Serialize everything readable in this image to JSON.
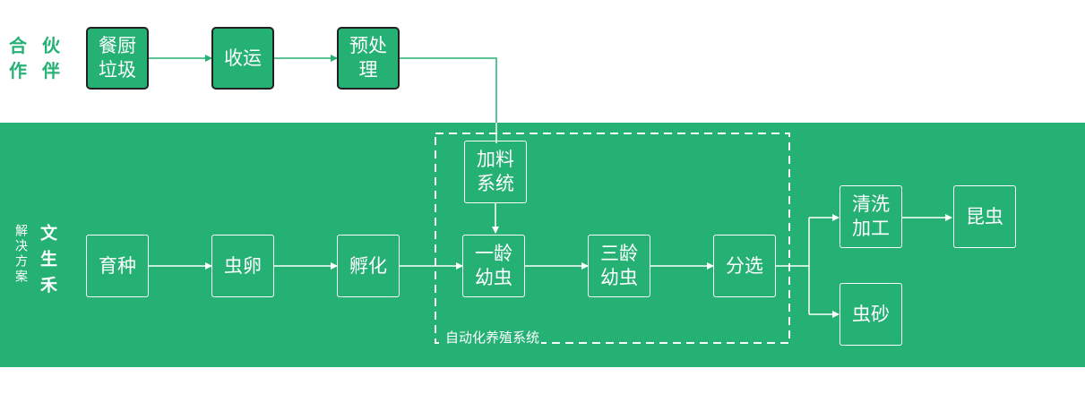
{
  "partner": {
    "title": "合 伙\n作 伴",
    "nodes": {
      "food_waste": "餐厨\n垃圾",
      "collection": "收运",
      "pretreatment": "预处\n理"
    }
  },
  "solution": {
    "title_main": "文生禾",
    "title_sub": "解决方案",
    "nodes": {
      "breeding": "育种",
      "eggs": "虫卵",
      "hatching": "孵化",
      "feeding_system": "加料\n系统",
      "larva_1": "一龄\n幼虫",
      "larva_3": "三龄\n幼虫",
      "sorting": "分选",
      "cleaning": "清洗\n加工",
      "insects": "昆虫",
      "frass": "虫砂"
    },
    "system_label": "自动化养殖系统"
  },
  "colors": {
    "brand_green": "#25b074",
    "partner_text": "#25b074",
    "border_dark": "#222222",
    "line": "#ffffff"
  }
}
